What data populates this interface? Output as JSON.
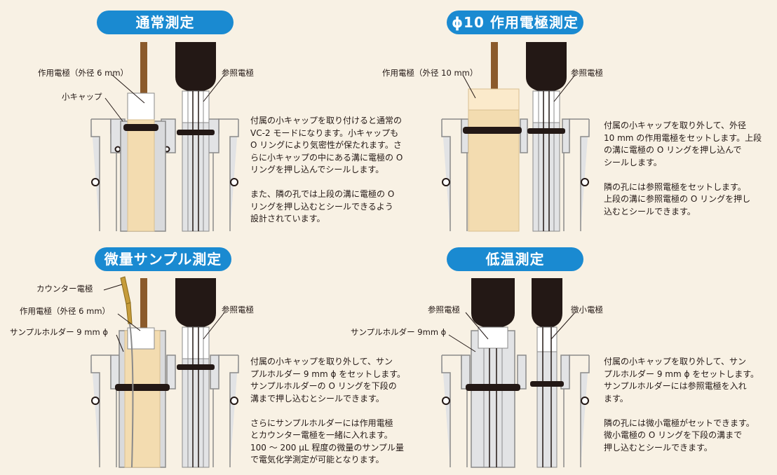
{
  "sections": {
    "normal": {
      "title": "通常測定",
      "labels": {
        "working": "作用電極（外径 6 mm）",
        "cap": "小キャップ",
        "reference": "参照電極"
      },
      "desc": "付属の小キャップを取り付けると通常の\nVC-2 モードになります。小キャップも\nO リングにより気密性が保たれます。さ\nらに小キャップの中にある溝に電極の O\nリングを押し込んでシールします。\n\nまた、隣の孔では上段の溝に電極の O\nリングを押し込むとシールできるよう\n設計されています。"
    },
    "phi10": {
      "title": "ϕ10 作用電極測定",
      "labels": {
        "working": "作用電極（外径 10 mm）",
        "reference": "参照電極"
      },
      "desc": "付属の小キャップを取り外して、外径\n10 mm の作用電極をセットします。上段\nの溝に電極の O リングを押し込んで\nシールします。\n\n隣の孔には参照電極をセットします。\n上段の溝に参照電極の O リングを押し\n込むとシールできます。"
    },
    "micro": {
      "title": "微量サンプル測定",
      "labels": {
        "counter": "カウンター電極",
        "working": "作用電極（外径 6 mm）",
        "holder": "サンプルホルダー 9 mm ϕ",
        "reference": "参照電極"
      },
      "desc": "付属の小キャップを取り外して、サン\nプルホルダー 9 mm ϕ をセットします。\nサンプルホルダーの O リングを下段の\n溝まで押し込むとシールできます。\n\nさらにサンプルホルダーには作用電極\nとカウンター電極を一緒に入れます。\n100 ～ 200 μL 程度の微量のサンプル量\nで電気化学測定が可能となります。"
    },
    "lowtemp": {
      "title": "低温測定",
      "labels": {
        "reference": "参照電極",
        "holder": "サンプルホルダー 9mm ϕ",
        "micro": "微小電極"
      },
      "desc": "付属の小キャップを取り外して、サン\nプルホルダー 9 mm ϕ をセットします。\nサンプルホルダーには参照電極を入れ\nます。\n\n隣の孔には微小電極がセットできます。\n微小電極の O リングを下段の溝まで\n押し込むとシールできます。"
    }
  },
  "colors": {
    "pill": "#1a8ad1",
    "background": "#f8f1e4",
    "electrode_body": "#f3dcb0",
    "oring": "#231815",
    "cell": "#e2e3e5",
    "wire": "#8b5a2b"
  }
}
